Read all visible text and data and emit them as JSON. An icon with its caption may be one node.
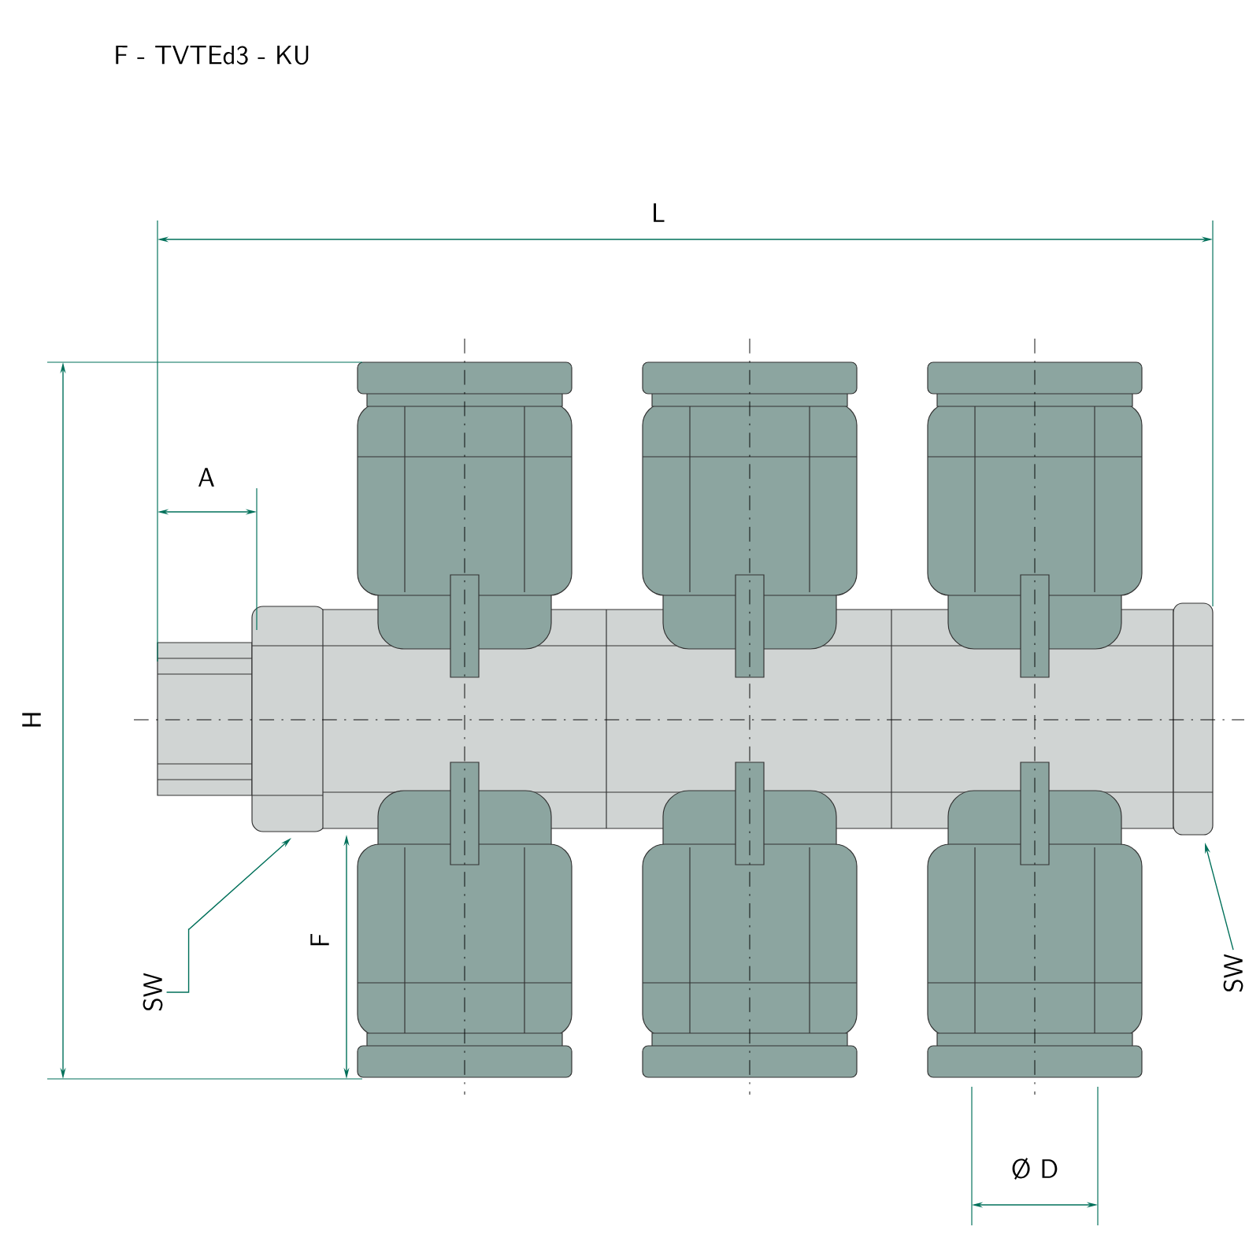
{
  "diagram": {
    "title": "F - TVTEd3 - KU",
    "nodes": [
      {
        "text": [
          "SW"
        ]
      },
      {
        "text": [
          "SW"
        ]
      }
    ],
    "edges": [
      {
        "from": 0,
        "to": null,
        "arrow": "to"
      },
      {
        "from": 1,
        "to": null,
        "arrow": "to"
      }
    ],
    "labels": [
      "L",
      "A",
      "H",
      "F",
      "Ø D"
    ]
  }
}
